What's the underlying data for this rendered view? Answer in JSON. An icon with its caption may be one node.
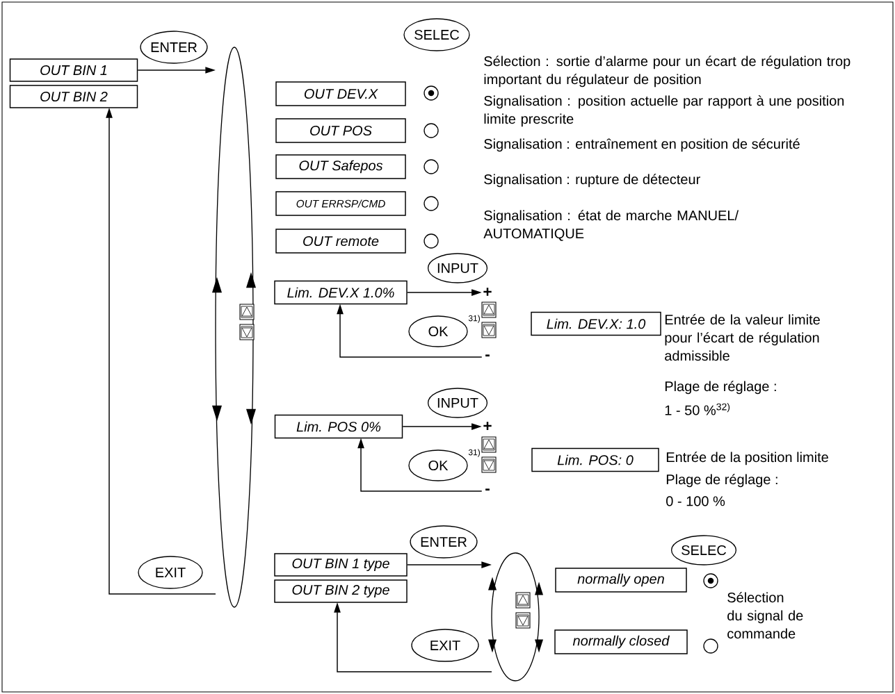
{
  "diagram": {
    "nodes": [
      {
        "text": [
          "OUT BIN 1"
        ]
      },
      {
        "text": [
          "OUT BIN 2"
        ]
      },
      {
        "text": [
          "ENTER"
        ]
      },
      {
        "text": [
          "SELEC"
        ]
      },
      {
        "text": [
          "OUT DEV.X"
        ]
      },
      {
        "text": [
          "OUT POS"
        ]
      },
      {
        "text": [
          "OUT Safepos"
        ]
      },
      {
        "text": [
          "OUT ERRSP/CMD"
        ]
      },
      {
        "text": [
          "OUT remote"
        ]
      },
      {
        "text": [
          "INPUT"
        ]
      },
      {
        "text": [
          "Lim. DEV.X 1.0%"
        ]
      },
      {
        "text": [
          "OK"
        ],
        "beside": [
          "31)"
        ]
      },
      {
        "text": [
          "Lim. DEV.X:  1.0"
        ]
      },
      {
        "text": [
          "INPUT"
        ]
      },
      {
        "text": [
          "Lim. POS   0%"
        ]
      },
      {
        "text": [
          "OK"
        ],
        "beside": [
          "31)"
        ]
      },
      {
        "text": [
          "Lim. POS:   0"
        ]
      },
      {
        "text": [
          "EXIT"
        ]
      },
      {
        "text": [
          "ENTER"
        ]
      },
      {
        "text": [
          "OUT BIN 1 type"
        ]
      },
      {
        "text": [
          "OUT BIN 2 type"
        ]
      },
      {
        "text": [
          "EXIT"
        ]
      },
      {
        "text": [
          "SELEC"
        ]
      },
      {
        "text": [
          "normally open"
        ]
      },
      {
        "text": [
          "normally closed"
        ]
      },
      {
        "text": [],
        "shape": "ellipse"
      },
      {
        "text": [],
        "shape": "ellipse"
      },
      {
        "text": [
          "+"
        ]
      },
      {
        "text": [
          "-"
        ]
      },
      {
        "text": [
          "+"
        ]
      },
      {
        "text": [
          "-"
        ]
      }
    ],
    "edges": [
      {
        "from": 0,
        "to": 25,
        "arrow": "to"
      },
      {
        "from": 25,
        "to": 1,
        "arrow": "to"
      },
      {
        "from": 10,
        "to": 27,
        "arrow": "to"
      },
      {
        "from": 28,
        "to": 10,
        "arrow": "to"
      },
      {
        "from": 14,
        "to": 29,
        "arrow": "to"
      },
      {
        "from": 30,
        "to": 14,
        "arrow": "to"
      },
      {
        "from": 19,
        "to": 26,
        "arrow": "to"
      },
      {
        "from": 26,
        "to": 20,
        "arrow": "to"
      }
    ],
    "labels": [
      "Sélection : sortie d’alarme pour un écart de régulation trop important du régulateur de position",
      "Signalisation : position actuelle par rapport à une position limite prescrite",
      "Signalisation : entraînement en position de sécurité",
      "Signalisation : rupture de détecteur",
      "Signalisation : état de marche MANUEL/ AUTOMATIQUE",
      "Entrée de la valeur limite pour l’écart de régulation admissible",
      "Plage de réglage :",
      "1 - 50 %$^{32)}$",
      "Entrée de la position limite",
      "Plage de réglage :",
      "0 - 100 %",
      "Sélection du signal de commande"
    ]
  }
}
